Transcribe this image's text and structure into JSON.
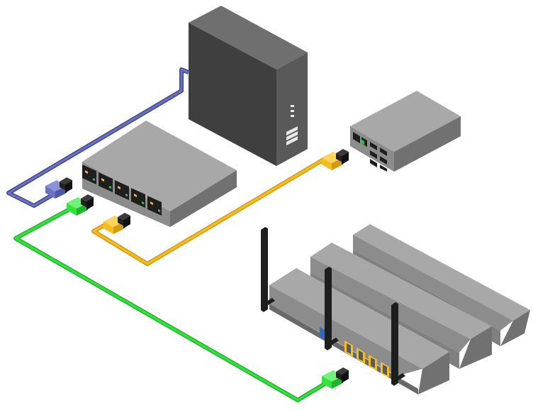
{
  "colors": {
    "background": "#ffffff",
    "cable_blue": "#6b72c2",
    "cable_yellow": "#f5bd22",
    "cable_green": "#33e23f",
    "device_top": "#a8a8a8",
    "device_front": "#8c8c8c",
    "device_side": "#717171",
    "tower_top": "#6f6f6f",
    "tower_front": "#3f3f3f",
    "tower_side": "#595959",
    "port_black": "#1e1e1e",
    "led_green": "#26d12e",
    "router_port": "#f5bd22",
    "router_port_blue": "#2c6cc7"
  },
  "devices": [
    {
      "name": "tower-server",
      "icon": "server-tower-icon"
    },
    {
      "name": "network-switch",
      "icon": "switch-icon",
      "port_count": 5
    },
    {
      "name": "small-switch",
      "icon": "mini-switch-icon"
    },
    {
      "name": "wireless-router",
      "icon": "router-icon",
      "antenna_count": 3,
      "lan_ports": 4
    },
    {
      "name": "router-stack-unit-2",
      "icon": "router-icon"
    },
    {
      "name": "router-stack-unit-3",
      "icon": "router-icon"
    }
  ],
  "cables": [
    {
      "name": "blue-cable",
      "color_key": "cable_blue",
      "from": "tower-server",
      "to": "blue-connector"
    },
    {
      "name": "yellow-cable",
      "color_key": "cable_yellow",
      "from": "yellow-connector-switch",
      "to": "yellow-connector-small-switch"
    },
    {
      "name": "green-cable",
      "color_key": "cable_green",
      "from": "network-switch",
      "to": "wireless-router"
    }
  ]
}
